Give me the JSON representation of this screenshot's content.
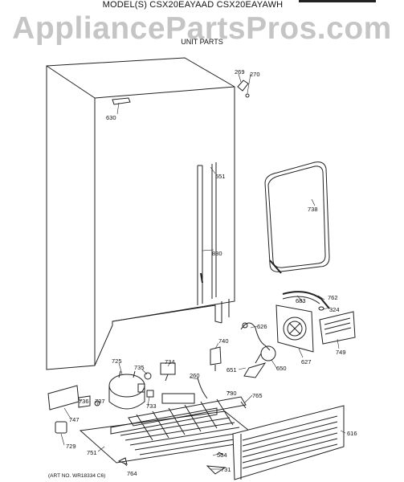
{
  "header": {
    "models_line": "MODEL(S) CSX20EAYAAD  CSX20EAYAWH",
    "watermark": "AppliancePartsPros.com",
    "section_title": "UNIT PARTS"
  },
  "parts": [
    "269",
    "270",
    "630",
    "551",
    "738",
    "830",
    "683",
    "762",
    "324",
    "626",
    "740",
    "627",
    "749",
    "725",
    "734",
    "735",
    "260",
    "651",
    "650",
    "736",
    "733",
    "730",
    "765",
    "737",
    "747",
    "729",
    "751",
    "764",
    "564",
    "731",
    "616"
  ],
  "footer": {
    "art_no": "(ART NO. WR18334 C6)"
  }
}
